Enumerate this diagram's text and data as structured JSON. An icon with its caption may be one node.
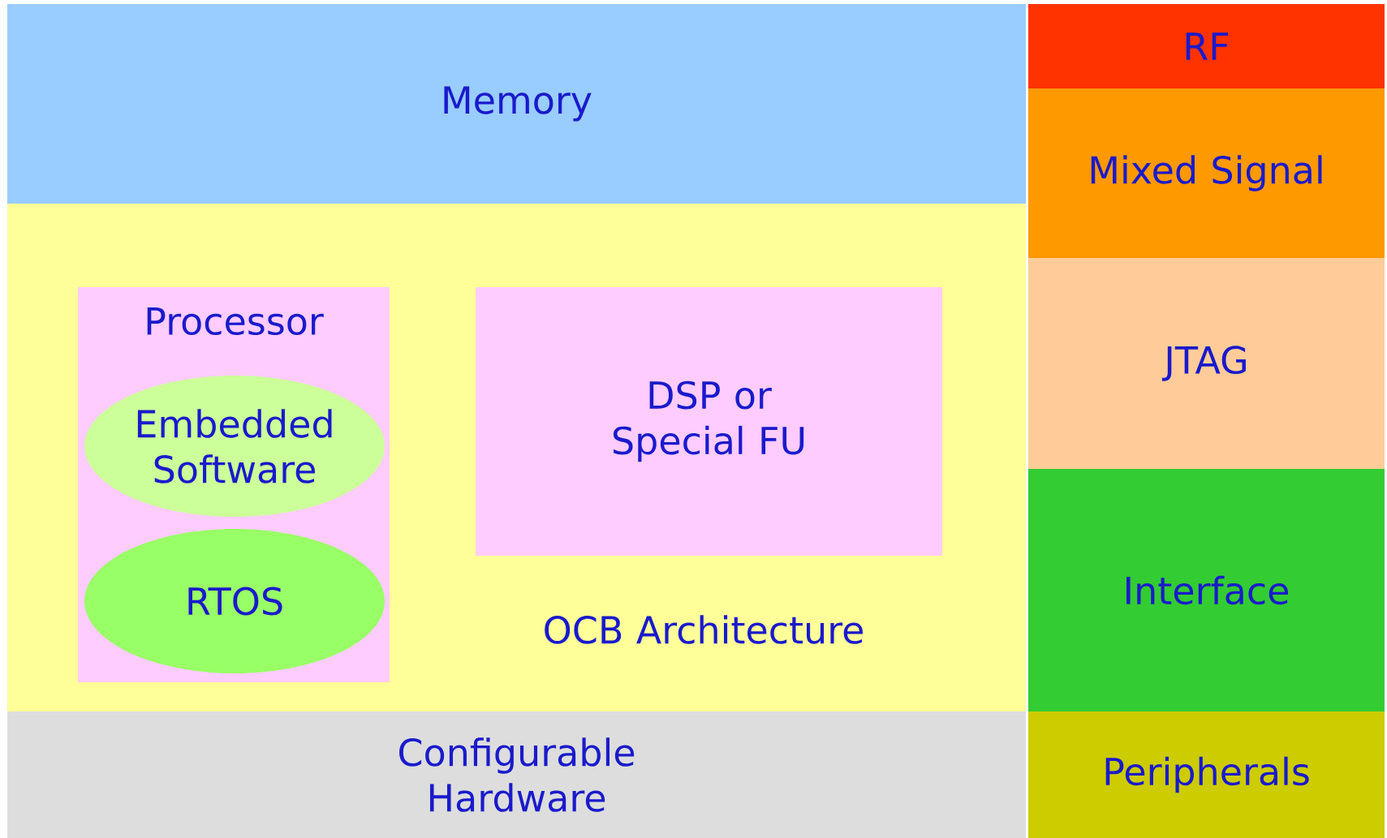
{
  "diagram": {
    "nodes": [
      {
        "text": [
          "Memory"
        ]
      },
      {
        "text": [
          "OCB Architecture"
        ]
      },
      {
        "text": [
          "Processor"
        ],
        "in": 1
      },
      {
        "text": [
          "Embedded Software"
        ],
        "in": 2
      },
      {
        "text": [
          "RTOS"
        ],
        "in": 2
      },
      {
        "text": [
          "DSP or Special FU"
        ],
        "in": 1
      },
      {
        "text": [
          "Configurable Hardware"
        ]
      },
      {
        "text": [
          "RF"
        ]
      },
      {
        "text": [
          "Mixed Signal"
        ]
      },
      {
        "text": [
          "JTAG"
        ]
      },
      {
        "text": [
          "Interface"
        ]
      },
      {
        "text": [
          "Peripherals"
        ]
      }
    ]
  }
}
